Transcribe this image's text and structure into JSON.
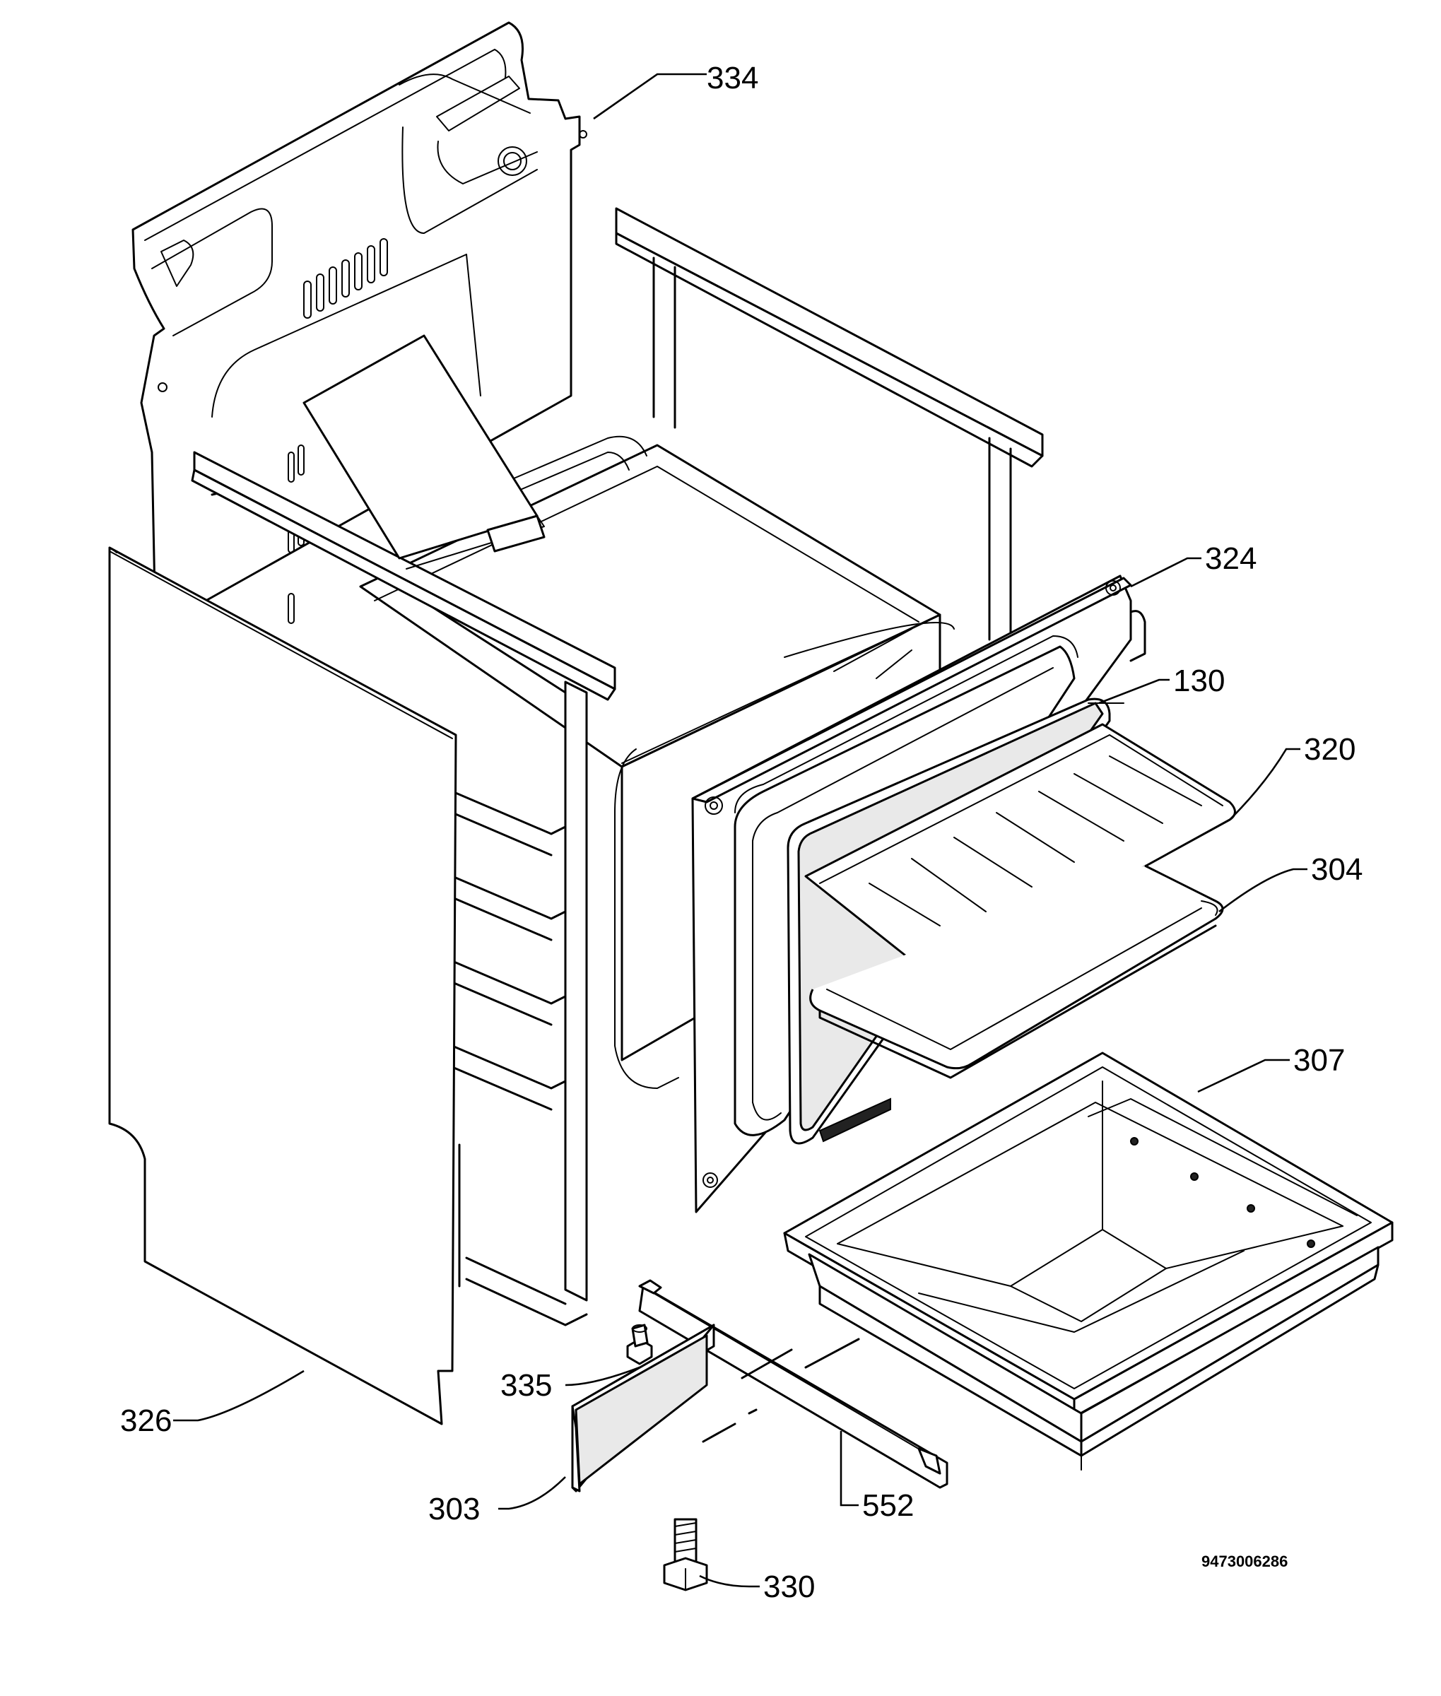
{
  "callouts": {
    "c334": "334",
    "c324": "324",
    "c130": "130",
    "c320": "320",
    "c304": "304",
    "c307": "307",
    "c326": "326",
    "c335": "335",
    "c303": "303",
    "c552": "552",
    "c330": "330"
  },
  "document_id": "9473006286"
}
